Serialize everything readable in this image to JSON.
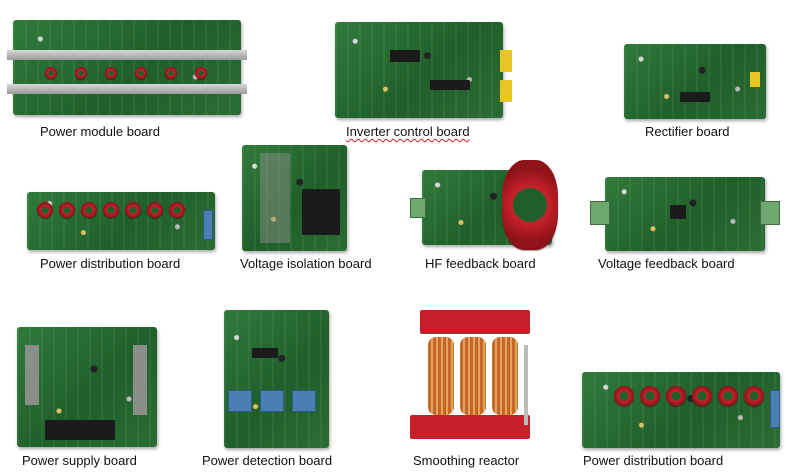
{
  "captions": {
    "power_module": "Power module board",
    "inverter_control": "Inverter control board",
    "rectifier": "Rectifier board",
    "power_distribution_1": "Power distribution board",
    "voltage_isolation": "Voltage isolation board",
    "hf_feedback": "HF feedback board",
    "voltage_feedback": "Voltage feedback board",
    "power_supply": "Power supply board",
    "power_detection": "Power detection board",
    "smoothing_reactor": "Smoothing reactor",
    "power_distribution_2": "Power distribution board"
  },
  "colors": {
    "pcb_green": "#2f7a3a",
    "coil_red": "#c8202a",
    "reactor_frame": "#c8202a",
    "terminal_green": "#6ea86e"
  }
}
